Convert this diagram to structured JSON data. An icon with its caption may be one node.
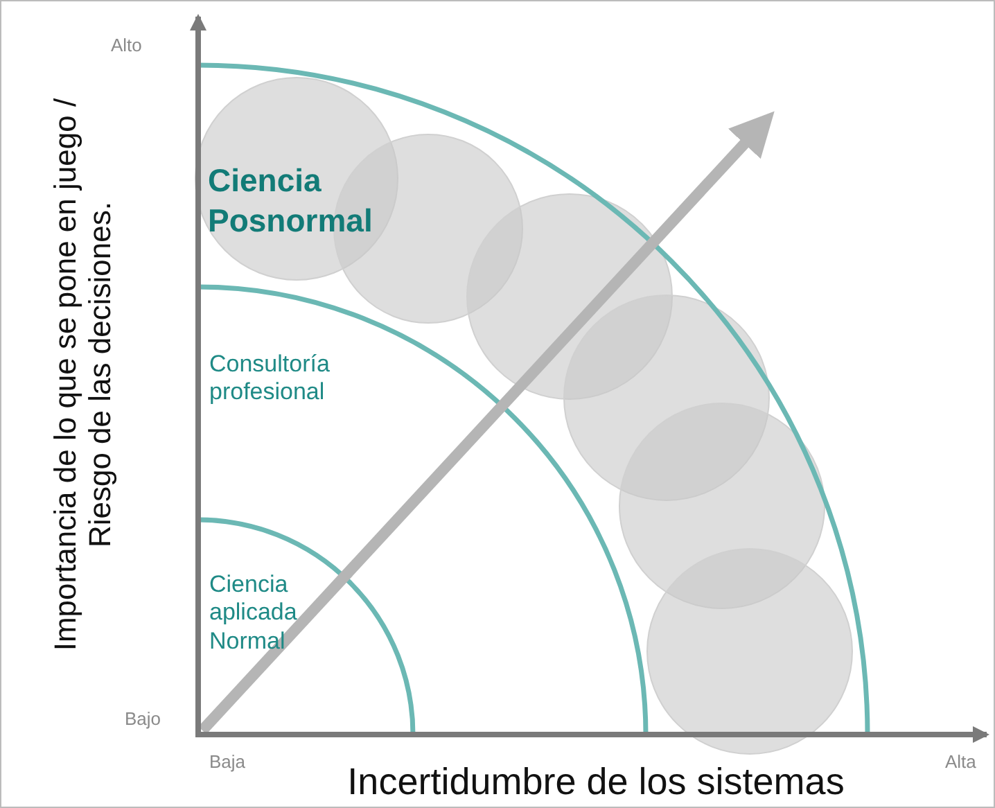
{
  "diagram": {
    "labels": [
      "Alto",
      "Ciencia Posnormal",
      "Importancia de lo que se pone en juego / Riesgo de las decisiones.",
      "Consultoría profesional",
      "Ciencia aplicada Normal",
      "Bajo",
      "Baja",
      "Alta",
      "Incertidumbre de los sistemas"
    ]
  }
}
